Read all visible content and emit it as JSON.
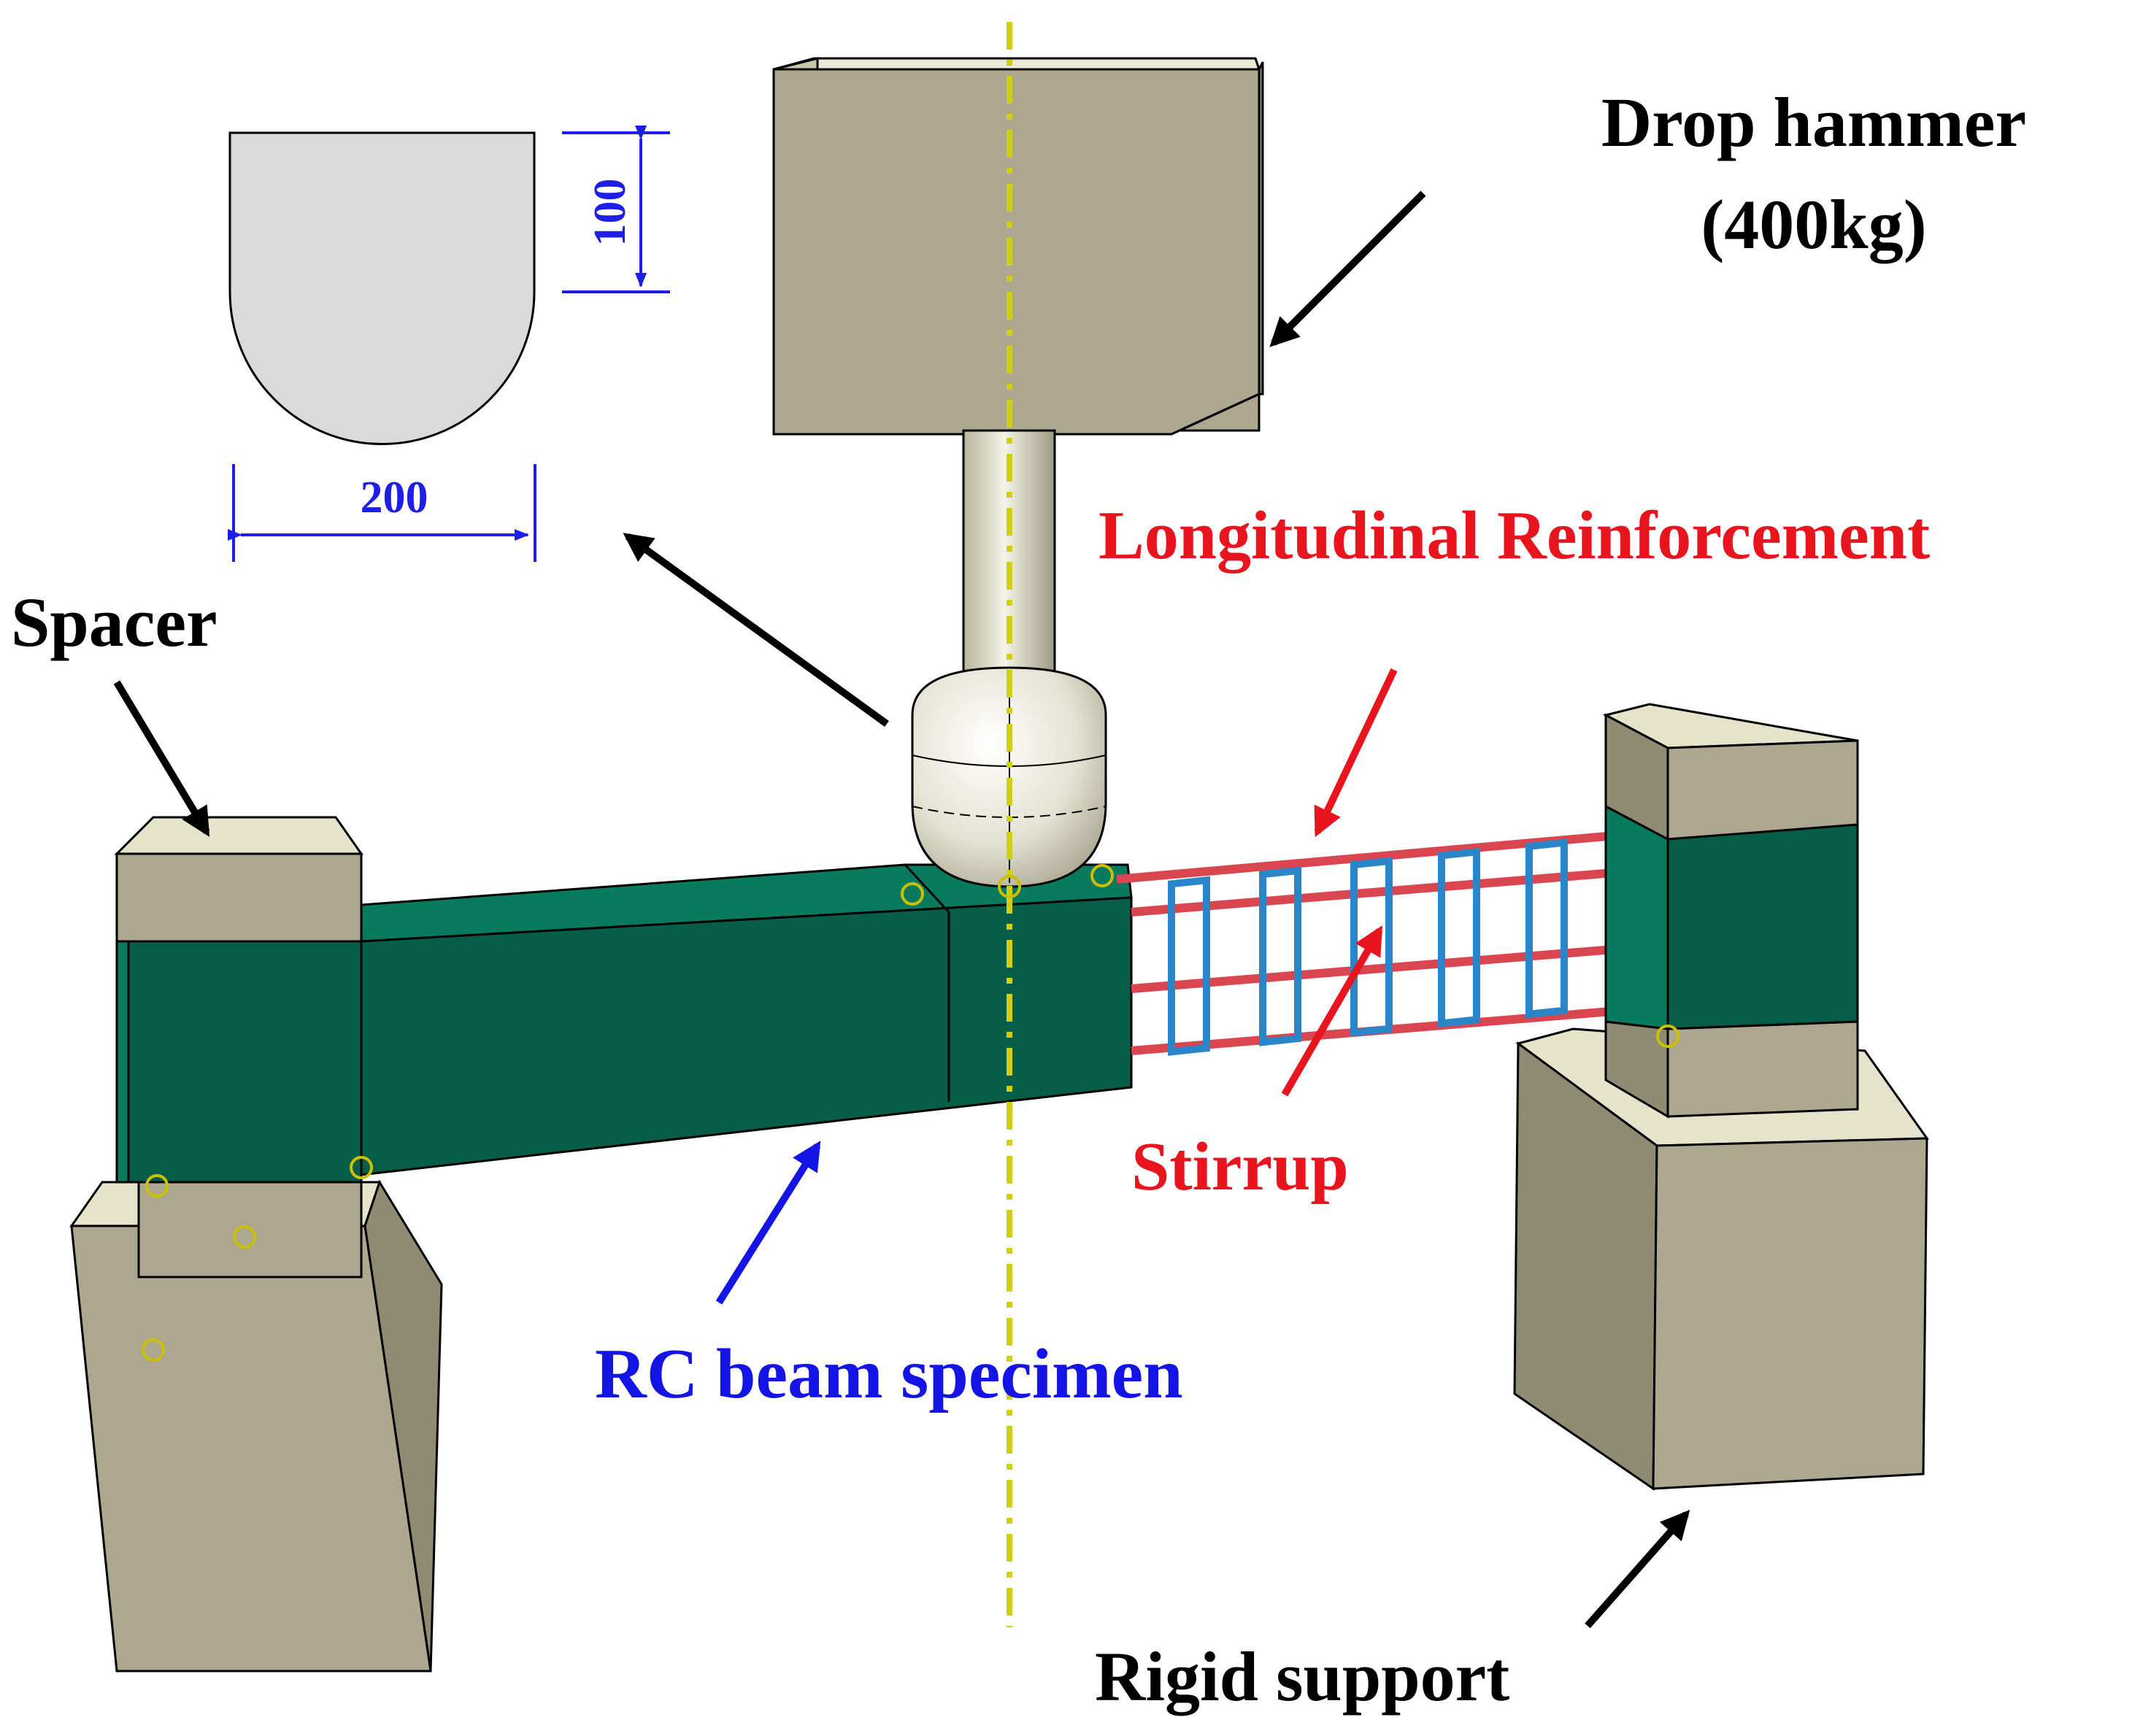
{
  "labels": {
    "drop_hammer_line1": "Drop hammer",
    "drop_hammer_line2": "(400kg)",
    "longitudinal_reinforcement": "Longitudinal Reinforcement",
    "spacer": "Spacer",
    "stirrup": "Stirrup",
    "rc_beam_specimen": "RC beam specimen",
    "rigid_support": "Rigid support"
  },
  "dimensions": {
    "height": "100",
    "width": "200"
  },
  "colors": {
    "black_text": "#000000",
    "red_text": "#e8141e",
    "blue_text": "#1414e6",
    "dimension": "#1e1ee6",
    "steel_block": "#aca78e",
    "steel_block_top": "#e6e3cb",
    "beam_front": "#065e48",
    "beam_top": "#087a5e",
    "rebar_red": "#e0505a",
    "stirrup_blue": "#2a86c8",
    "centerline": "#cfcf18",
    "section": "#dadada"
  }
}
